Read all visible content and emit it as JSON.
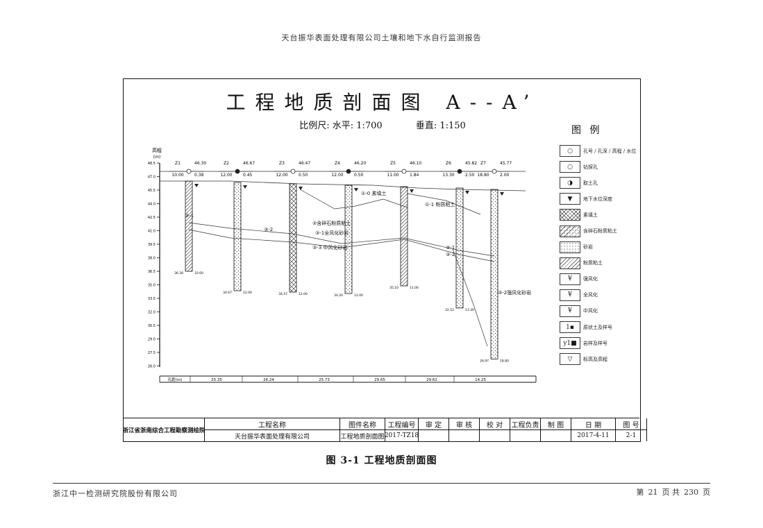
{
  "running_header": "天台振华表面处理有限公司土壤和地下水自行监测报告",
  "drawing": {
    "title": "工程地质剖面图 A--A’",
    "scale_h": "比例尺: 水平: 1:700",
    "scale_v": "垂直: 1:150",
    "legend_title": "图 例",
    "legend": [
      {
        "label": "孔号 / 孔深 / 高程 / 水位",
        "swatch": "bore-header"
      },
      {
        "label": "钻探孔",
        "swatch": "circle"
      },
      {
        "label": "取土孔",
        "swatch": "half-circle"
      },
      {
        "label": "地下水位深度",
        "swatch": "water"
      },
      {
        "label": "素填土",
        "swatch": "cross-hatch"
      },
      {
        "label": "含碎石粉质粘土",
        "swatch": "diag-dots"
      },
      {
        "label": "砂岩",
        "swatch": "dots"
      },
      {
        "label": "粉质粘土",
        "swatch": "diag"
      },
      {
        "label": "强风化",
        "swatch": "y-mark"
      },
      {
        "label": "全风化",
        "swatch": "y-mark2"
      },
      {
        "label": "中风化",
        "swatch": "y-mark3"
      },
      {
        "label": "原状土及样号",
        "swatch": "sample1"
      },
      {
        "label": "岩样及样号",
        "swatch": "sample2"
      },
      {
        "label": "标高及高程",
        "swatch": "elev"
      }
    ],
    "axis_label": "高程",
    "axis_unit": "(m)",
    "elev_ticks": [
      "48.5",
      "47.0",
      "45.5",
      "44.0",
      "42.5",
      "41.0",
      "39.5",
      "38.0",
      "36.5",
      "35.0",
      "33.5",
      "32.0",
      "30.5",
      "29.0",
      "27.5",
      "26.0"
    ],
    "boreholes": [
      {
        "id": "Z1",
        "elev": "46.30",
        "depth": "10.00",
        "water": "0.38",
        "bottom_elev": "36.30",
        "bottom_depth": "10.00"
      },
      {
        "id": "Z2",
        "elev": "46.67",
        "depth": "12.00",
        "water": "0.45",
        "bottom_elev": "34.67",
        "bottom_depth": "12.00"
      },
      {
        "id": "Z3",
        "elev": "46.47",
        "depth": "12.00",
        "water": "0.50",
        "bottom_elev": "34.47",
        "bottom_depth": "12.00"
      },
      {
        "id": "Z4",
        "elev": "46.20",
        "depth": "12.00",
        "water": "0.50",
        "bottom_elev": "34.20",
        "bottom_depth": "12.00"
      },
      {
        "id": "Z5",
        "elev": "46.10",
        "depth": "11.00",
        "water": "1.84",
        "bottom_elev": "35.10",
        "bottom_depth": "11.00"
      },
      {
        "id": "Z6",
        "elev": "45.82",
        "depth": "13.30",
        "water": "2.50",
        "bottom_elev": "32.52",
        "bottom_depth": "13.30"
      },
      {
        "id": "Z7",
        "elev": "45.77",
        "depth": "18.80",
        "water": "2.00",
        "bottom_elev": "26.97",
        "bottom_depth": "18.80"
      }
    ],
    "layer_labels": [
      "①-0 素填土",
      "①-1 粉质粘土",
      "②含碎石粉质粘土",
      "③-1全风化砂岩",
      "③-2",
      "③-3 中风化砂岩",
      "③-1",
      "③-2",
      "③-2强风化砂岩",
      "③-1"
    ],
    "spacing_label": "孔距(m)",
    "spacings": [
      "25.35",
      "26.24",
      "25.73",
      "29.65",
      "29.62",
      "14.25"
    ]
  },
  "title_block": {
    "org": "浙江省浙南综合工程勘察测绘院",
    "headers": [
      "工程名称",
      "图件名称",
      "工程编号",
      "审 定",
      "审 核",
      "校 对",
      "工程负责",
      "制 图",
      "日 期",
      "图 号"
    ],
    "values": [
      "天台振华表面处理有限公司",
      "工程地质剖面图",
      "2017-TZ18",
      "",
      "",
      "",
      "",
      "",
      "2017-4-11",
      "2-1"
    ]
  },
  "caption": "图 3-1 工程地质剖面图",
  "footer": {
    "company": "浙江中一检测研究院股份有限公司",
    "page_prefix": "第",
    "page_num": "21",
    "page_mid": "页 共",
    "page_total": "230",
    "page_suffix": "页"
  }
}
